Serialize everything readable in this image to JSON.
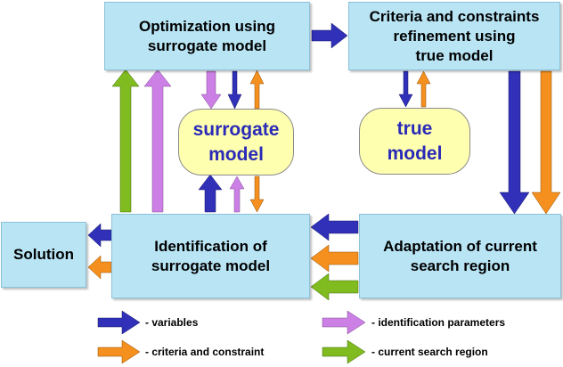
{
  "boxes": {
    "optimization": "Optimization using\nsurrogate model",
    "refinement": "Criteria and constraints\nrefinement using\ntrue model",
    "solution": "Solution",
    "identification": "Identification of\nsurrogate model",
    "adaptation": "Adaptation of current\nsearch region"
  },
  "models": {
    "surrogate": "surrogate\nmodel",
    "true": "true\nmodel"
  },
  "legend": {
    "variables": "- variables",
    "identification_parameters": "- identification parameters",
    "criteria": "- criteria and constraint",
    "search_region": "- current search region"
  },
  "colors": {
    "variables": "#3030b8",
    "identification_parameters": "#cc80e6",
    "criteria": "#f5901e",
    "search_region": "#80bb20",
    "box": "#b8e4f4",
    "model": "#ffffb0",
    "model_text": "#2a2ab8"
  }
}
